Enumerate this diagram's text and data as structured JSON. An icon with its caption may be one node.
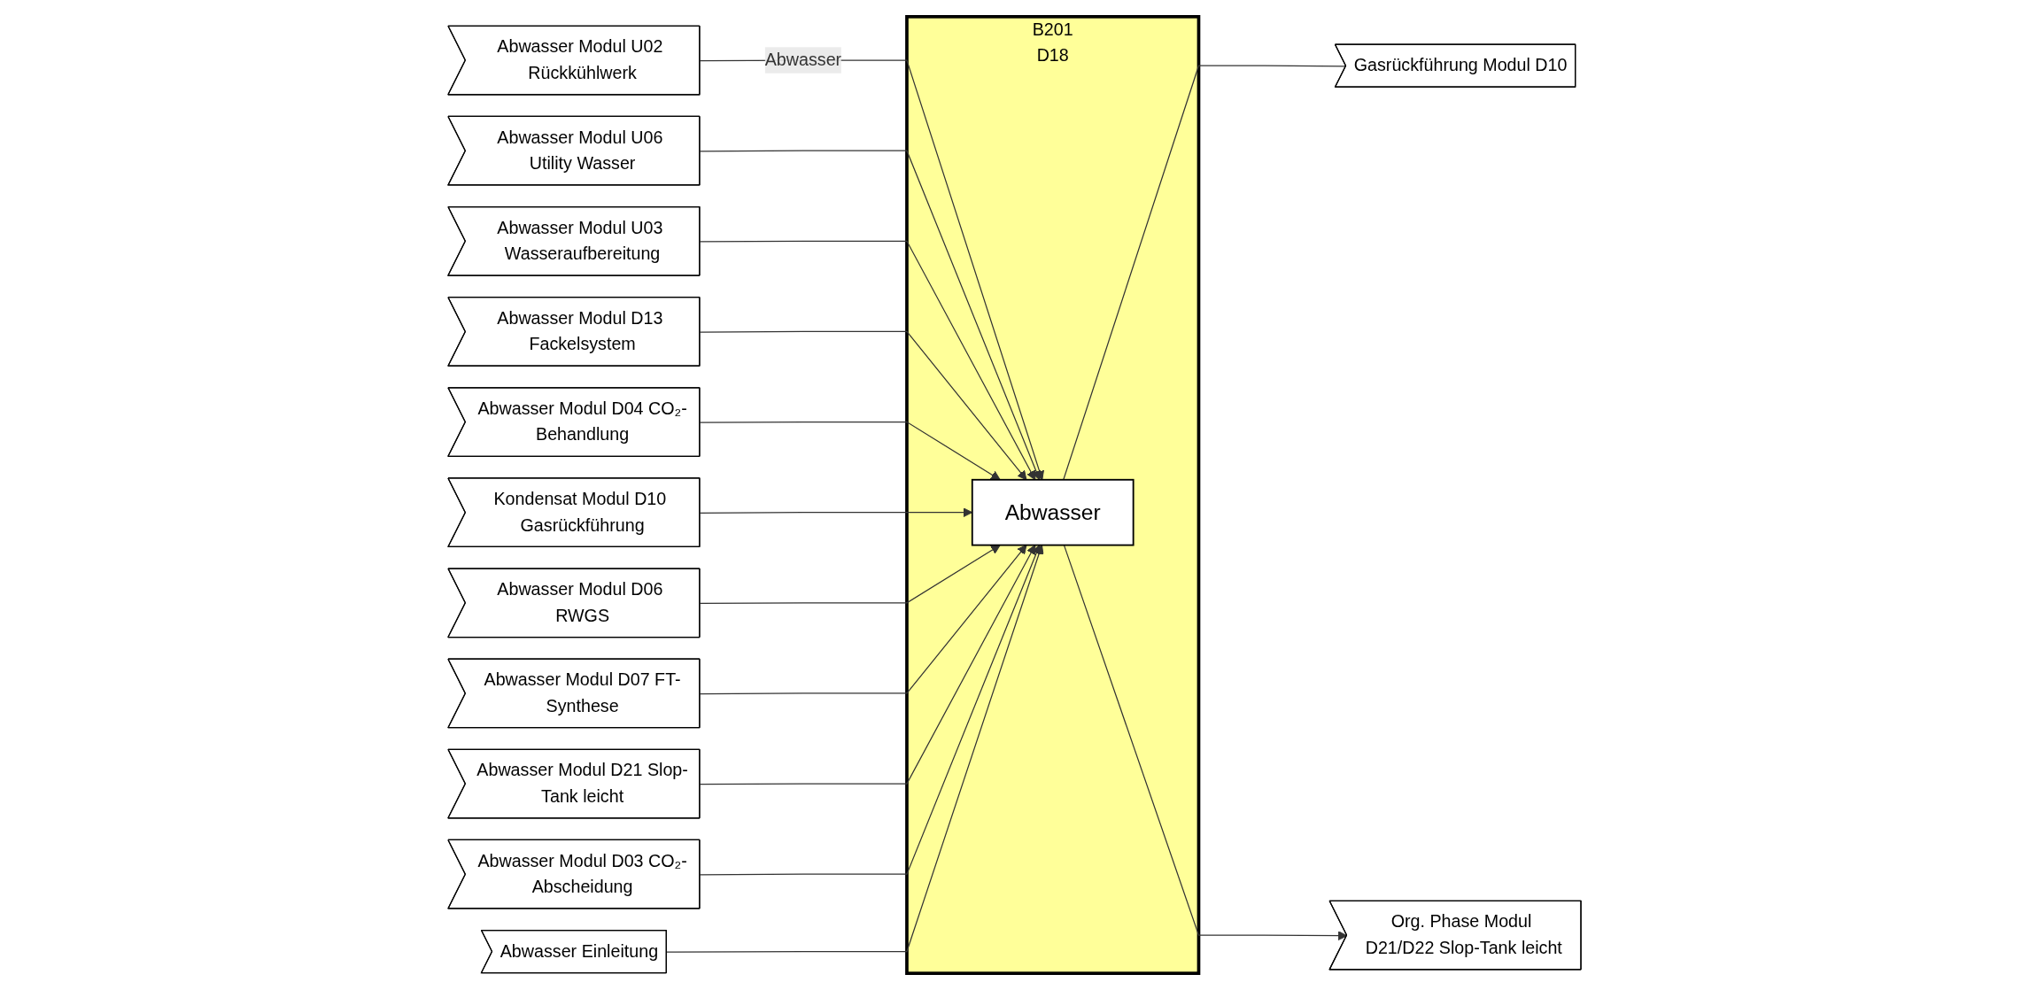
{
  "diagram": {
    "nodes": [
      {
        "text": [
          "Abwasser Modul U02 Rückkühlwerk"
        ]
      },
      {
        "text": [
          "Abwasser Modul U06 Utility Wasser"
        ]
      },
      {
        "text": [
          "Abwasser Modul U03 Wasseraufbereitung"
        ]
      },
      {
        "text": [
          "Abwasser Modul D13 Fackelsystem"
        ]
      },
      {
        "text": [
          "Abwasser Modul D04 CO₂-Behandlung"
        ]
      },
      {
        "text": [
          "Kondensat Modul D10 Gasrückführung"
        ]
      },
      {
        "text": [
          "Abwasser Modul D06 RWGS"
        ]
      },
      {
        "text": [
          "Abwasser Modul D07 FT-Synthese"
        ]
      },
      {
        "text": [
          "Abwasser Modul D21 Slop-Tank leicht"
        ]
      },
      {
        "text": [
          "Abwasser Modul D03 CO₂-Abscheidung"
        ]
      },
      {
        "text": [
          "B201",
          "D18"
        ]
      },
      {
        "text": [
          "Abwasser"
        ],
        "in": 10
      },
      {
        "text": [
          "Gasrückführung Modul D10"
        ]
      },
      {
        "text": [
          "Org. Phase Modul D21/D22 Slop-Tank leicht"
        ]
      },
      {
        "text": [
          "Abwasser Einleitung"
        ]
      }
    ],
    "edges": [
      {
        "from": 0,
        "to": 11,
        "arrow": "to",
        "label": "Abwasser"
      },
      {
        "from": 1,
        "to": 11,
        "arrow": "to"
      },
      {
        "from": 2,
        "to": 11,
        "arrow": "to"
      },
      {
        "from": 3,
        "to": 11,
        "arrow": "to"
      },
      {
        "from": 4,
        "to": 11,
        "arrow": "to"
      },
      {
        "from": 5,
        "to": 11,
        "arrow": "to"
      },
      {
        "from": 6,
        "to": 11,
        "arrow": "to"
      },
      {
        "from": 7,
        "to": 11,
        "arrow": "to"
      },
      {
        "from": 8,
        "to": 11,
        "arrow": "to"
      },
      {
        "from": 9,
        "to": 11,
        "arrow": "to"
      },
      {
        "from": 11,
        "to": 12,
        "arrow": "none"
      },
      {
        "from": 11,
        "to": 13,
        "arrow": "to"
      },
      {
        "from": 14,
        "to": 11,
        "arrow": "to"
      }
    ]
  }
}
